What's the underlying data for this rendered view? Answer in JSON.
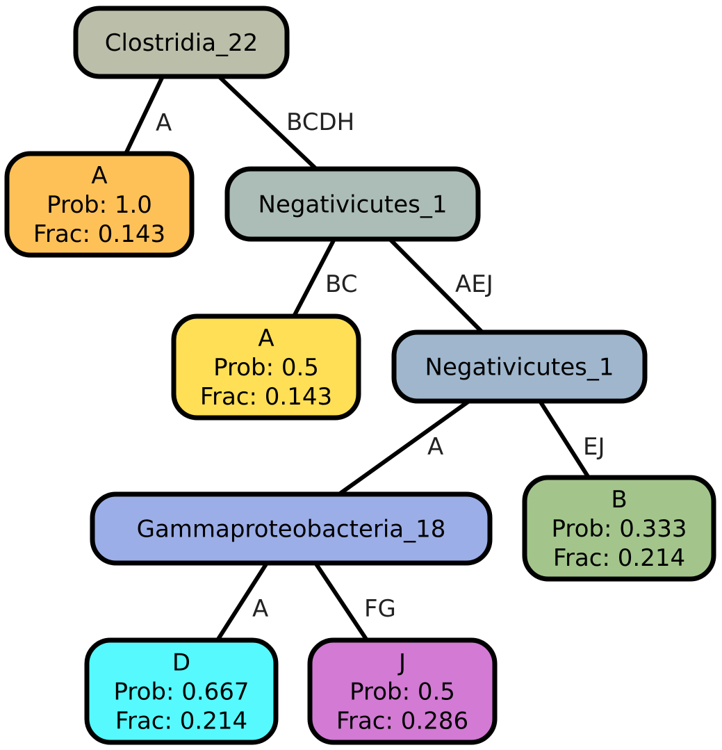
{
  "nodes": {
    "root": {
      "lines": [
        "Clostridia_22"
      ],
      "color": "#bbbea9"
    },
    "leaf_a": {
      "lines": [
        "A",
        "Prob: 1.0",
        "Frac: 0.143"
      ],
      "color": "#fec158"
    },
    "neg1": {
      "lines": [
        "Negativicutes_1"
      ],
      "color": "#acbcb7"
    },
    "leaf_a2": {
      "lines": [
        "A",
        "Prob: 0.5",
        "Frac: 0.143"
      ],
      "color": "#fedf55"
    },
    "neg2": {
      "lines": [
        "Negativicutes_1"
      ],
      "color": "#9fb6cd"
    },
    "gamma": {
      "lines": [
        "Gammaproteobacteria_18"
      ],
      "color": "#9caee7"
    },
    "leaf_b": {
      "lines": [
        "B",
        "Prob: 0.333",
        "Frac: 0.214"
      ],
      "color": "#a3c58c"
    },
    "leaf_d": {
      "lines": [
        "D",
        "Prob: 0.667",
        "Frac: 0.214"
      ],
      "color": "#55f9fe"
    },
    "leaf_j": {
      "lines": [
        "J",
        "Prob: 0.5",
        "Frac: 0.286"
      ],
      "color": "#d27ad4"
    }
  },
  "edges": [
    {
      "from": "root",
      "to": "leaf_a",
      "label": "A"
    },
    {
      "from": "root",
      "to": "neg1",
      "label": "BCDH"
    },
    {
      "from": "neg1",
      "to": "leaf_a2",
      "label": "BC"
    },
    {
      "from": "neg1",
      "to": "neg2",
      "label": "AEJ"
    },
    {
      "from": "neg2",
      "to": "gamma",
      "label": "A"
    },
    {
      "from": "neg2",
      "to": "leaf_b",
      "label": "EJ"
    },
    {
      "from": "gamma",
      "to": "leaf_d",
      "label": "A"
    },
    {
      "from": "gamma",
      "to": "leaf_j",
      "label": "FG"
    }
  ]
}
